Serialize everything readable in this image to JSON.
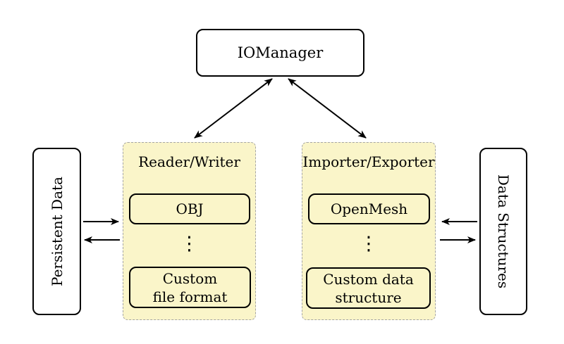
{
  "colors": {
    "background": "#FFFFFF",
    "panel_fill": "#FAF5C9",
    "panel_border": "#A5A5A5",
    "node_border": "#000000",
    "arrow": "#000000"
  },
  "nodes": {
    "iomanager": "IOManager",
    "persistent_data": "Persistent Data",
    "data_structures": "Data Structures"
  },
  "reader_writer": {
    "title": "Reader/Writer",
    "items": [
      "OBJ",
      "Custom\nfile format"
    ],
    "ellipsis": "⋮"
  },
  "importer_exporter": {
    "title": "Importer/Exporter",
    "items": [
      "OpenMesh",
      "Custom data\nstructure"
    ],
    "ellipsis": "⋮"
  }
}
